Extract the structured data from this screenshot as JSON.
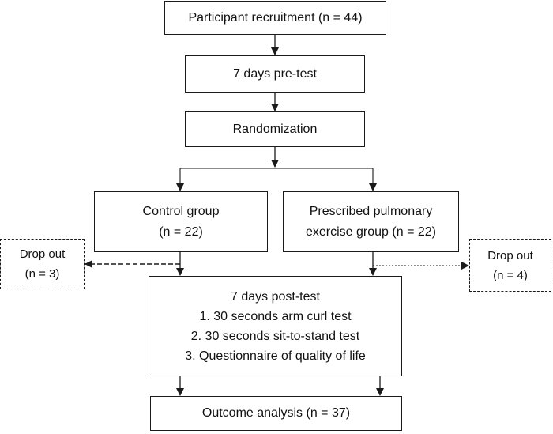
{
  "recruitment": {
    "text": "Participant recruitment (n = 44)"
  },
  "pretest": {
    "text": "7 days pre-test"
  },
  "randomization": {
    "text": "Randomization"
  },
  "control_group": {
    "line1": "Control group",
    "line2": "(n = 22)"
  },
  "exercise_group": {
    "line1": "Prescribed pulmonary",
    "line2": "exercise group (n = 22)"
  },
  "dropout_left": {
    "line1": "Drop out",
    "line2": "(n = 3)"
  },
  "dropout_right": {
    "line1": "Drop out",
    "line2": "(n = 4)"
  },
  "posttest": {
    "title": "7 days post-test",
    "items": [
      "1. 30 seconds arm curl test",
      "2. 30 seconds sit-to-stand test",
      "3. Questionnaire of quality of life"
    ]
  },
  "outcome": {
    "text": "Outcome analysis (n = 37)"
  },
  "colors": {
    "line": "#1a1a1a",
    "background": "#ffffff"
  }
}
